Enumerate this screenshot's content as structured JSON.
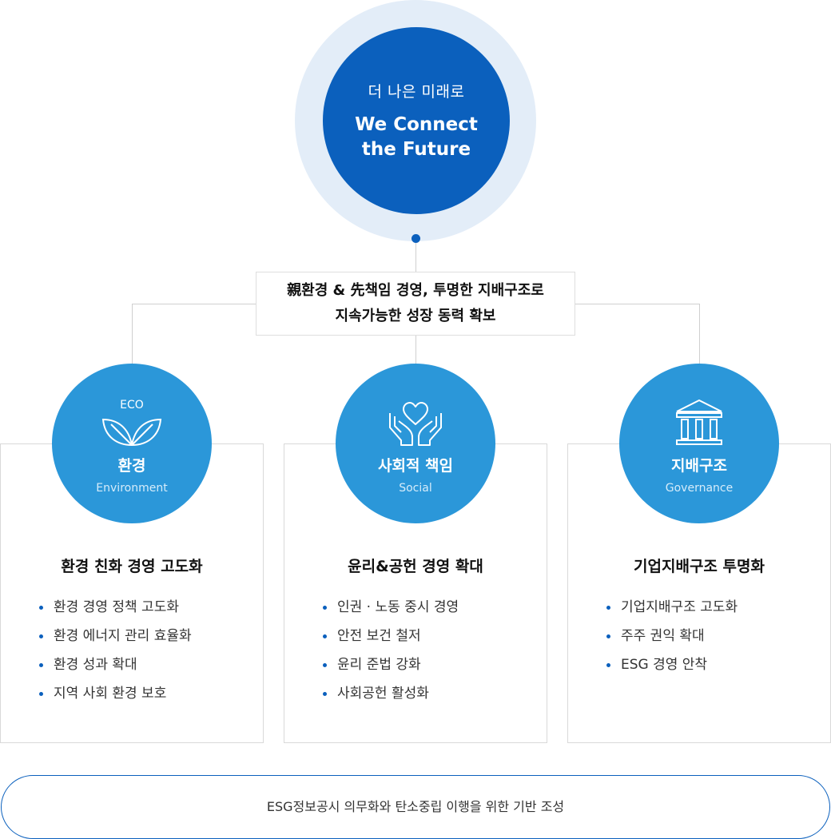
{
  "vision": {
    "subtitle": "더 나은 미래로",
    "title_line1": "We Connect",
    "title_line2": "the Future"
  },
  "goal": {
    "line1": "親환경 & 先책임 경영, 투명한 지배구조로",
    "line2": "지속가능한 성장 동력 확보"
  },
  "pillars": [
    {
      "icon": "leaves-icon",
      "icon_label": "ECO",
      "name": "환경",
      "name_en": "Environment",
      "title": "환경 친화 경영 고도화",
      "items": [
        "환경 경영 정책 고도화",
        "환경 에너지 관리 효율화",
        "환경 성과 확대",
        "지역 사회 환경 보호"
      ]
    },
    {
      "icon": "heart-hands-icon",
      "name": "사회적 책임",
      "name_en": "Social",
      "title": "윤리&공헌 경영 확대",
      "items": [
        "인권 · 노동 중시 경영",
        "안전 보건 철저",
        "윤리 준법 강화",
        "사회공헌 활성화"
      ]
    },
    {
      "icon": "pillars-building-icon",
      "name": "지배구조",
      "name_en": "Governance",
      "title": "기업지배구조 투명화",
      "items": [
        "기업지배구조 고도화",
        "주주 권익 확대",
        "ESG 경영 안착"
      ]
    }
  ],
  "foundation": "ESG정보공시 의무화와 탄소중립 이행을 위한 기반 조성",
  "colors": {
    "primary": "#0b60bd",
    "pillar": "#2b97d9",
    "halo": "#e3edf8"
  }
}
